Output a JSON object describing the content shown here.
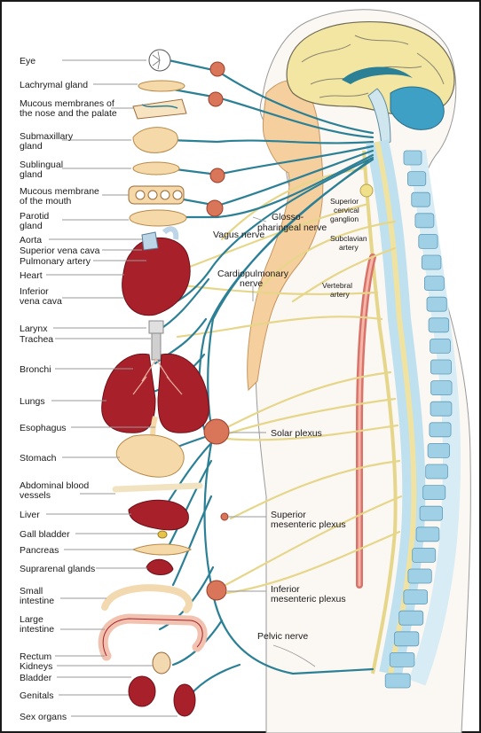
{
  "labels_left": [
    {
      "id": "eye",
      "text": "Eye"
    },
    {
      "id": "lachrymal",
      "text": "Lachrymal gland"
    },
    {
      "id": "mucous-nose-1",
      "text": "Mucous membranes of"
    },
    {
      "id": "mucous-nose-2",
      "text": "the nose and the palate"
    },
    {
      "id": "submax-1",
      "text": "Submaxillary"
    },
    {
      "id": "submax-2",
      "text": "gland"
    },
    {
      "id": "subling-1",
      "text": "Sublingual"
    },
    {
      "id": "subling-2",
      "text": "gland"
    },
    {
      "id": "mouth-1",
      "text": "Mucous membrane"
    },
    {
      "id": "mouth-2",
      "text": "of the mouth"
    },
    {
      "id": "parotid-1",
      "text": "Parotid"
    },
    {
      "id": "parotid-2",
      "text": "gland"
    },
    {
      "id": "aorta",
      "text": "Aorta"
    },
    {
      "id": "svc",
      "text": "Superior vena cava"
    },
    {
      "id": "pulm",
      "text": "Pulmonary artery"
    },
    {
      "id": "heart",
      "text": "Heart"
    },
    {
      "id": "ivc-1",
      "text": "Inferior"
    },
    {
      "id": "ivc-2",
      "text": "vena cava"
    },
    {
      "id": "larynx",
      "text": "Larynx"
    },
    {
      "id": "trachea",
      "text": "Trachea"
    },
    {
      "id": "bronchi",
      "text": "Bronchi"
    },
    {
      "id": "lungs",
      "text": "Lungs"
    },
    {
      "id": "esophagus",
      "text": "Esophagus"
    },
    {
      "id": "stomach",
      "text": "Stomach"
    },
    {
      "id": "abd-1",
      "text": "Abdominal blood"
    },
    {
      "id": "abd-2",
      "text": "vessels"
    },
    {
      "id": "liver",
      "text": "Liver"
    },
    {
      "id": "gall",
      "text": "Gall bladder"
    },
    {
      "id": "pancreas",
      "text": "Pancreas"
    },
    {
      "id": "suprarenal",
      "text": "Suprarenal glands"
    },
    {
      "id": "small-1",
      "text": "Small"
    },
    {
      "id": "small-2",
      "text": "intestine"
    },
    {
      "id": "large-1",
      "text": "Large"
    },
    {
      "id": "large-2",
      "text": "intestine"
    },
    {
      "id": "rectum",
      "text": "Rectum"
    },
    {
      "id": "kidneys",
      "text": "Kidneys"
    },
    {
      "id": "bladder",
      "text": "Bladder"
    },
    {
      "id": "genitals",
      "text": "Genitals"
    },
    {
      "id": "sex",
      "text": "Sex organs"
    }
  ],
  "labels_center": [
    {
      "id": "glosso-1",
      "text": "Glosso-"
    },
    {
      "id": "glosso-2",
      "text": "pharingeal nerve"
    },
    {
      "id": "vagus",
      "text": "Vagus nerve"
    },
    {
      "id": "cardio-1",
      "text": "Cardiopulmonary"
    },
    {
      "id": "cardio-2",
      "text": "nerve"
    },
    {
      "id": "solar",
      "text": "Solar plexus"
    },
    {
      "id": "supmes-1",
      "text": "Superior"
    },
    {
      "id": "supmes-2",
      "text": "mesenteric plexus"
    },
    {
      "id": "infmes-1",
      "text": "Inferior"
    },
    {
      "id": "infmes-2",
      "text": "mesenteric plexus"
    },
    {
      "id": "pelvic",
      "text": "Pelvic nerve"
    }
  ],
  "labels_right": [
    {
      "id": "scg-1",
      "text": "Superior"
    },
    {
      "id": "scg-2",
      "text": "cervical"
    },
    {
      "id": "scg-3",
      "text": "ganglion"
    },
    {
      "id": "subcl-1",
      "text": "Subclavian"
    },
    {
      "id": "subcl-2",
      "text": "artery"
    },
    {
      "id": "vert-1",
      "text": "Vertebral"
    },
    {
      "id": "vert-2",
      "text": "artery"
    }
  ]
}
